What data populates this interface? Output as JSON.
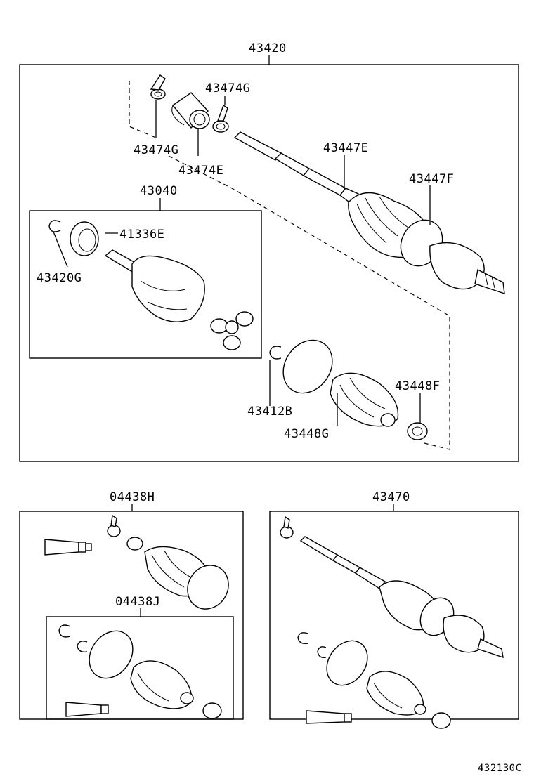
{
  "labels": {
    "assembly_main": "43420",
    "clamp_top": "43474G",
    "clamp_left": "43474G",
    "boot_inner_kit": "43474E",
    "joint_outer": "43447E",
    "boot_band": "43447F",
    "inboard_joint": "43040",
    "seal": "41336E",
    "snap_ring": "43420G",
    "snap_ring_2": "43412B",
    "boot_kit": "43448G",
    "clamp_small": "43448F",
    "kit_outer": "04438H",
    "kit_inner": "04438J",
    "shaft_assy": "43470",
    "figure_code": "432130C"
  }
}
